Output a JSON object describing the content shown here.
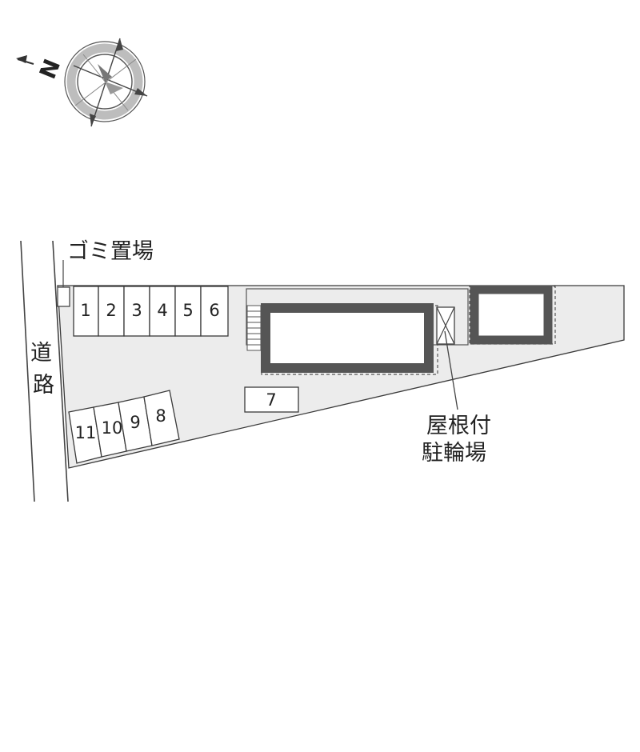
{
  "compass": {
    "north_label": "N",
    "icon": "compass-rose-icon"
  },
  "labels": {
    "road": [
      "道",
      "路"
    ],
    "garbage": "ゴミ置場",
    "bike_parking": [
      "屋根付",
      "駐輪場"
    ]
  },
  "parking_spaces": {
    "top_row": [
      "1",
      "2",
      "3",
      "4",
      "5",
      "6"
    ],
    "middle": "7",
    "bottom_row": [
      "8",
      "9",
      "10",
      "11"
    ]
  },
  "colors": {
    "lot_fill": "#ececec",
    "building_frame": "#555555",
    "outline": "#3a3a3a",
    "compass_grey": "#bdbdbd"
  }
}
